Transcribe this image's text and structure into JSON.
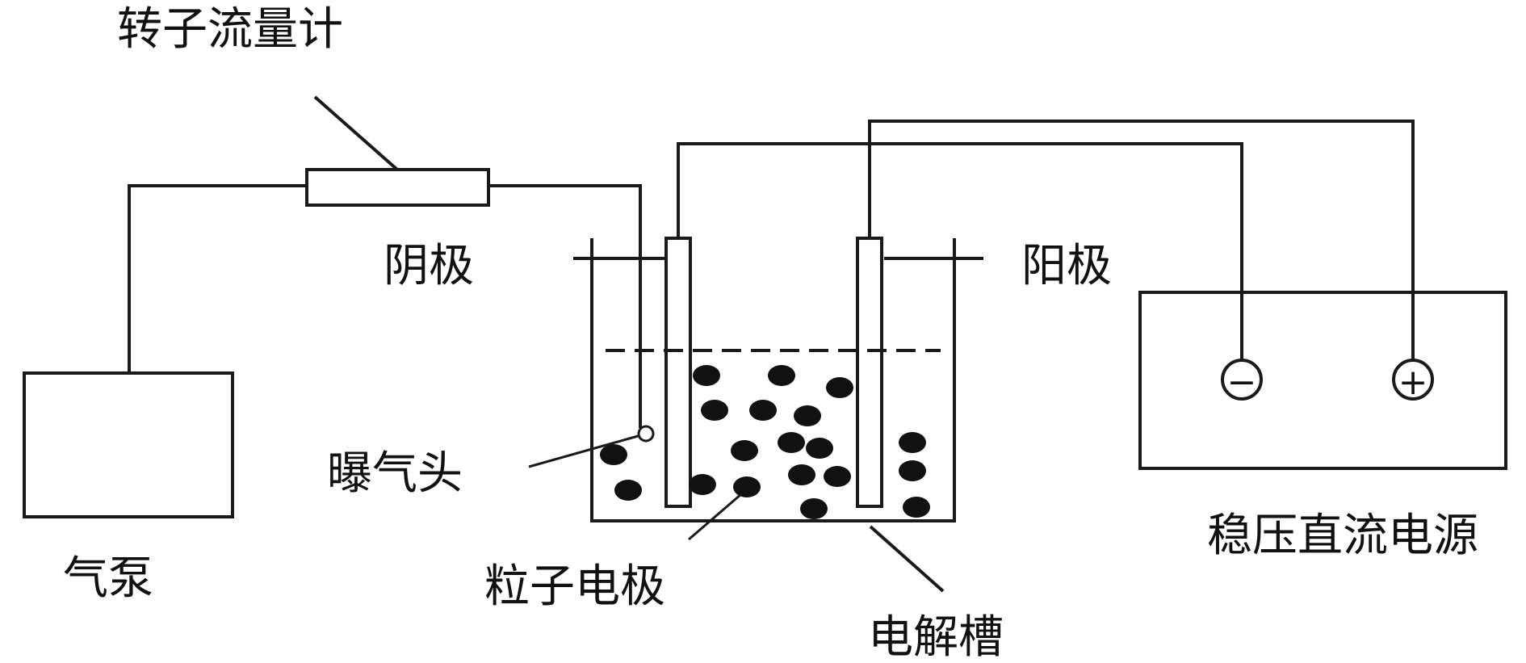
{
  "labels": {
    "rotameter": "转子流量计",
    "cathode": "阴极",
    "anode": "阳极",
    "aerator": "曝气头",
    "air_pump": "气泵",
    "particle_electrode": "粒子电极",
    "electrolytic_cell": "电解槽",
    "dc_power_supply": "稳压直流电源"
  },
  "power_terminals": {
    "negative": "−",
    "positive": "+"
  },
  "colors": {
    "line": "#1a1a1a",
    "particle": "#111111",
    "background": "#ffffff"
  }
}
